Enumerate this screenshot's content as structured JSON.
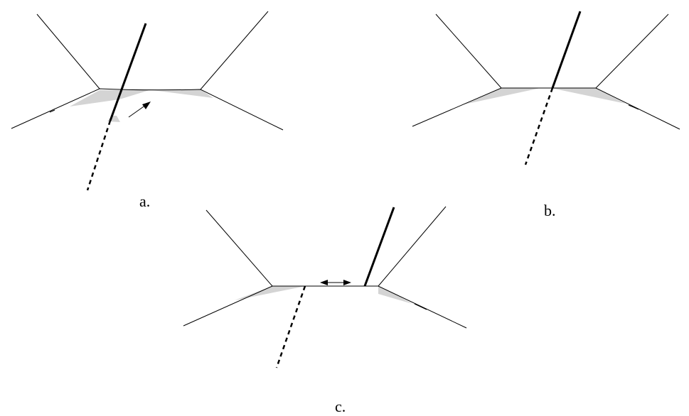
{
  "panels": [
    {
      "id": "a",
      "label": "a."
    },
    {
      "id": "b",
      "label": "b."
    },
    {
      "id": "c",
      "label": "c."
    }
  ],
  "colors": {
    "line": "#000000",
    "shade": "#d4d4d4",
    "background": "#ffffff"
  }
}
